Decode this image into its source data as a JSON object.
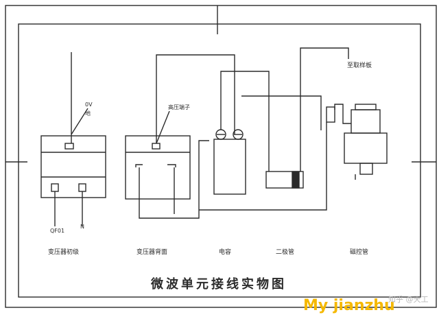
{
  "labels": {
    "zero_volt": "0V",
    "ground": "地",
    "hv_terminal": "高压端子",
    "to_sample_board": "至取样板",
    "qf01": "QF01",
    "n": "N"
  },
  "components": {
    "transformer_primary": "变压器初级",
    "transformer_back": "变压器背面",
    "capacitor": "电容",
    "diode": "二极管",
    "magnetron": "磁控管"
  },
  "title": "微波单元接线实物图",
  "watermark": {
    "text": "My jianzhu",
    "sub": "知乎 @天工",
    "color": "#f5b800"
  },
  "colors": {
    "line": "#2a2a2a",
    "frame": "#2a2a2a",
    "paper": "#ffffff"
  }
}
